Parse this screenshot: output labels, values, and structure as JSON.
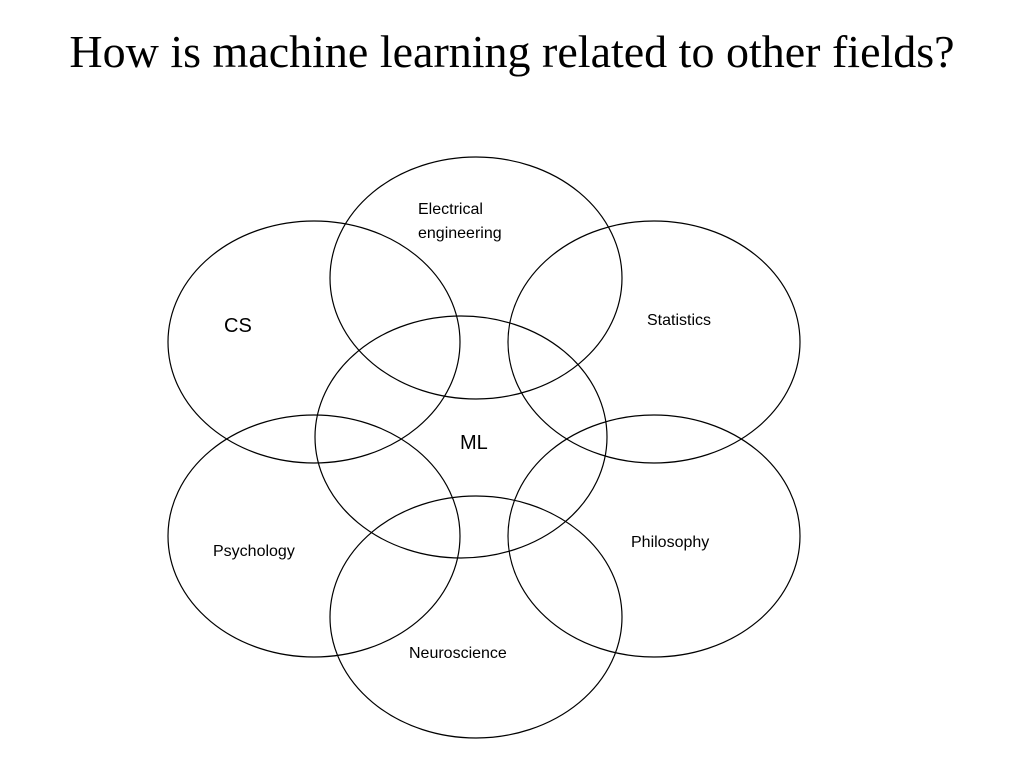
{
  "slide": {
    "title": "How is machine learning related to other fields?"
  },
  "diagram": {
    "center": {
      "label": "ML"
    },
    "fields": [
      {
        "id": "electrical-engineering",
        "lines": [
          "Electrical",
          "engineering"
        ]
      },
      {
        "id": "cs",
        "lines": [
          "CS"
        ]
      },
      {
        "id": "statistics",
        "lines": [
          "Statistics"
        ]
      },
      {
        "id": "psychology",
        "lines": [
          "Psychology"
        ]
      },
      {
        "id": "philosophy",
        "lines": [
          "Philosophy"
        ]
      },
      {
        "id": "neuroscience",
        "lines": [
          "Neuroscience"
        ]
      }
    ],
    "colors": {
      "stroke": "#000000",
      "text": "#000000",
      "background": "#ffffff"
    }
  }
}
